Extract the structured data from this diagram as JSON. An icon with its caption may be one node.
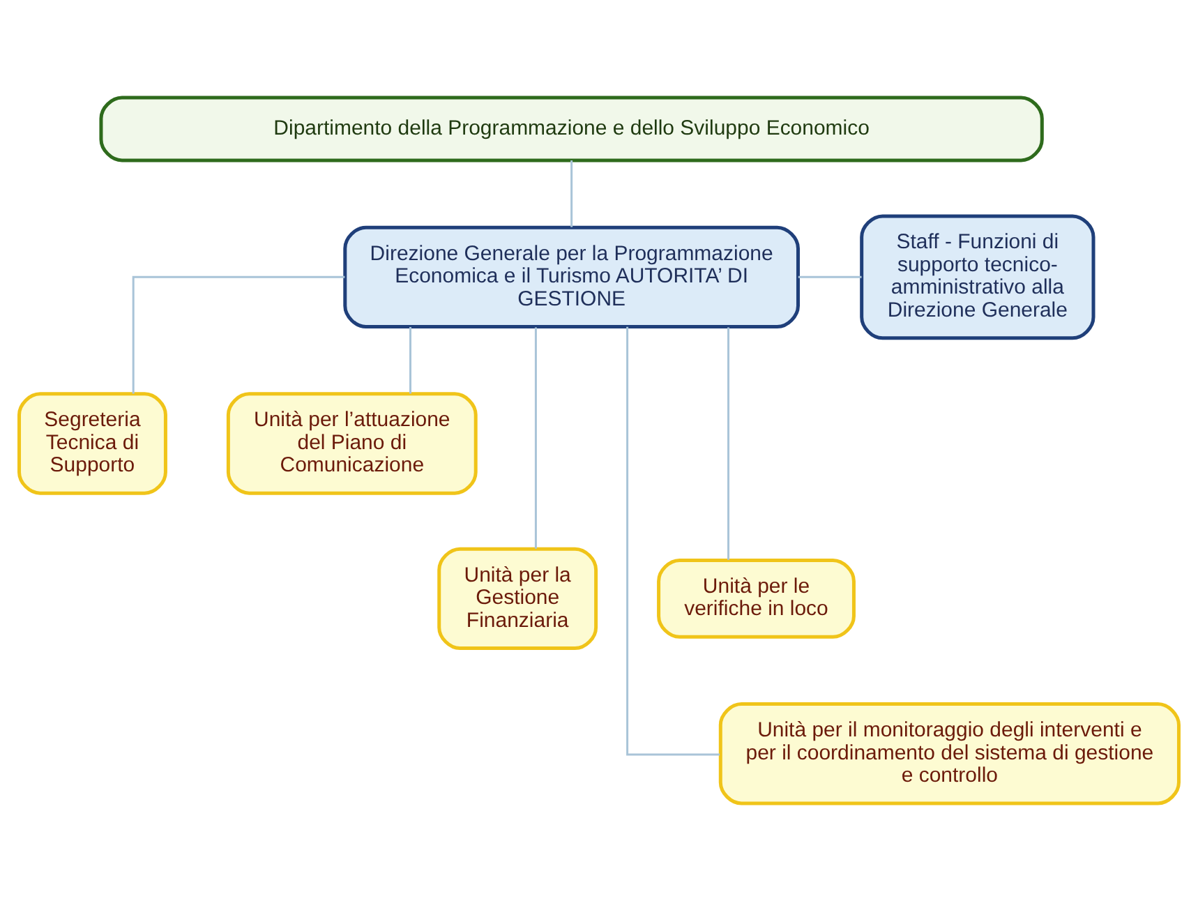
{
  "diagram": {
    "nodes": [
      {
        "text": [
          "Dipartimento della Programmazione e dello Sviluppo Economico"
        ]
      },
      {
        "text": [
          "Direzione Generale per la Programmazione Economica e il Turismo AUTORITA’ DI GESTIONE"
        ]
      },
      {
        "text": [
          "Staff - Funzioni di supporto tecnico-amministrativo alla Direzione Generale"
        ]
      },
      {
        "text": [
          "Segreteria Tecnica di Supporto"
        ]
      },
      {
        "text": [
          "Unità per l’attuazione del Piano di Comunicazione"
        ]
      },
      {
        "text": [
          "Unità per la Gestione Finanziaria"
        ]
      },
      {
        "text": [
          "Unità per le verifiche in loco"
        ]
      },
      {
        "text": [
          "Unità per il monitoraggio degli interventi e per il coordinamento del sistema di gestione e controllo"
        ]
      }
    ],
    "edges": [
      {
        "from": 0,
        "to": 1,
        "arrow": "none"
      },
      {
        "from": 1,
        "to": 2,
        "arrow": "none"
      },
      {
        "from": 1,
        "to": 3,
        "arrow": "none"
      },
      {
        "from": 1,
        "to": 4,
        "arrow": "none"
      },
      {
        "from": 1,
        "to": 5,
        "arrow": "none"
      },
      {
        "from": 1,
        "to": 6,
        "arrow": "none"
      },
      {
        "from": 1,
        "to": 7,
        "arrow": "none"
      }
    ]
  }
}
